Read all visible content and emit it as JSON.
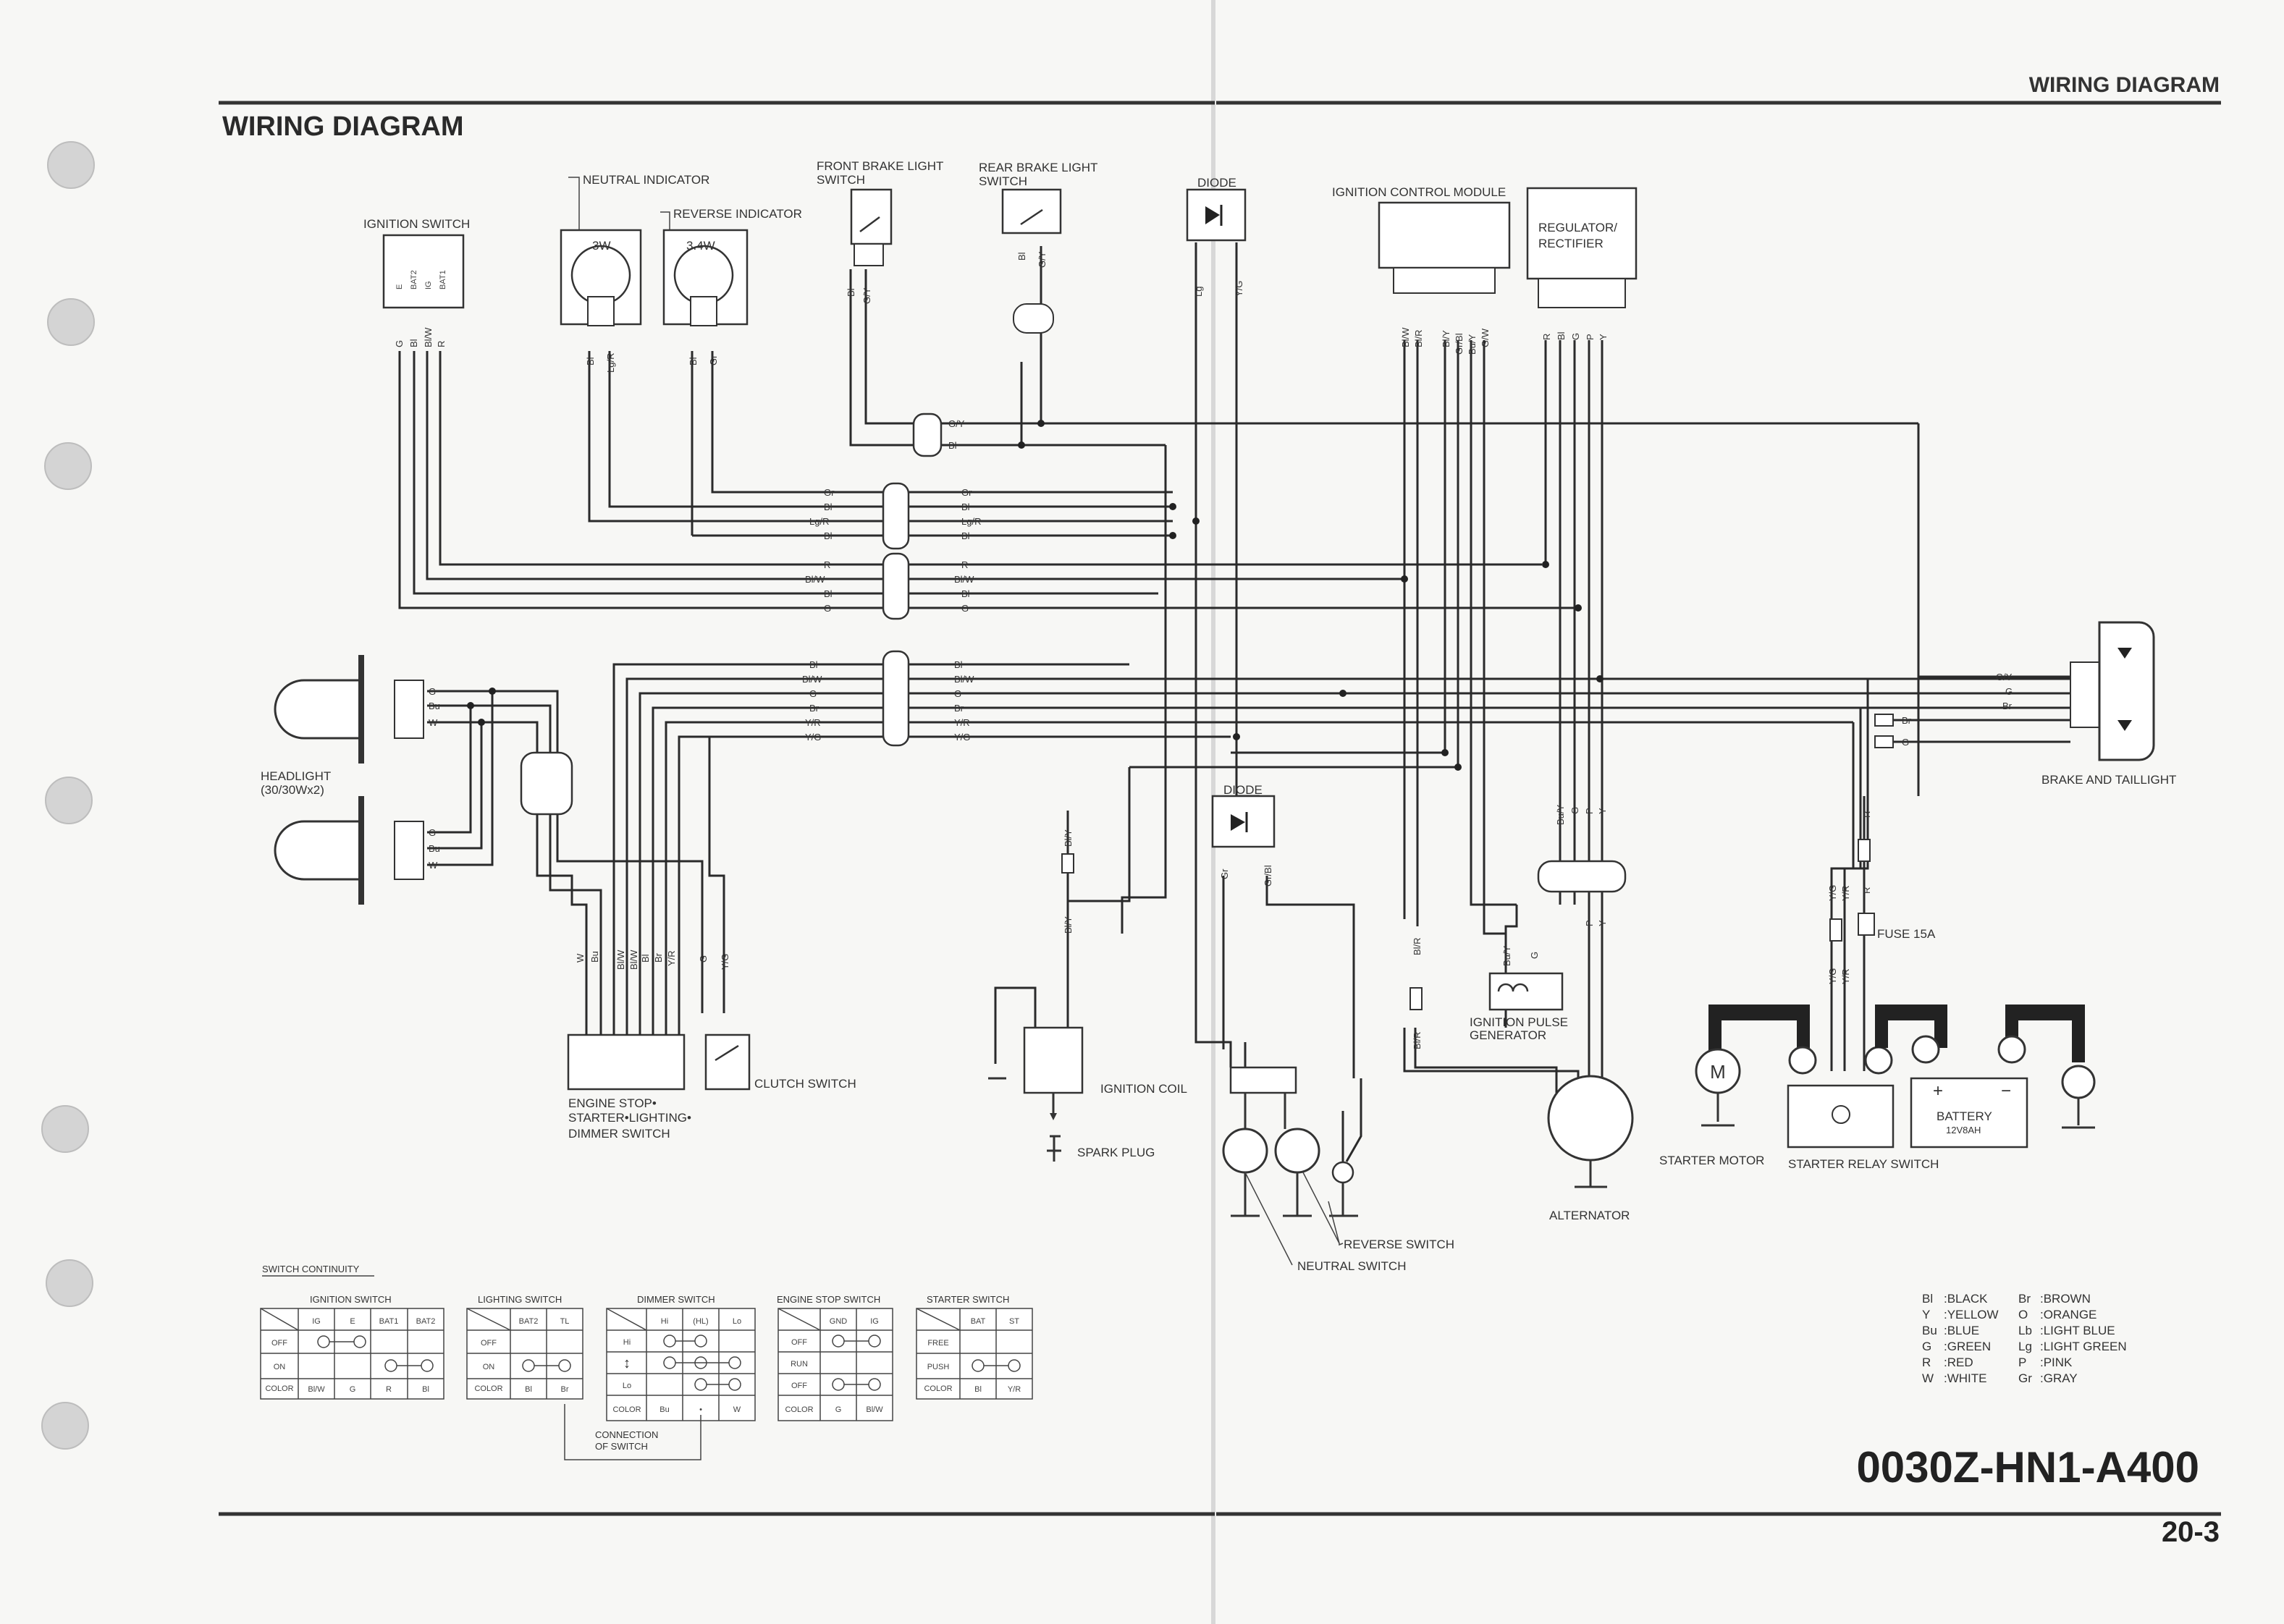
{
  "header": {
    "title_left": "WIRING DIAGRAM",
    "title_right": "WIRING DIAGRAM",
    "code": "0030Z-HN1-A400",
    "page_number": "20-3"
  },
  "components": {
    "ignition_switch": {
      "label": "IGNITION SWITCH",
      "terminals": [
        "E",
        "BAT2",
        "IG",
        "BAT1"
      ],
      "wires": [
        "G",
        "Bl",
        "Bl/W",
        "R"
      ]
    },
    "neutral_indicator": {
      "label": "NEUTRAL INDICATOR",
      "watt": "3W",
      "wires": [
        "Bl",
        "Lg/R"
      ]
    },
    "reverse_indicator": {
      "label": "REVERSE INDICATOR",
      "watt": "3.4W",
      "wires": [
        "Bl",
        "Gr"
      ]
    },
    "front_brake_switch": {
      "label1": "FRONT BRAKE LIGHT",
      "label2": "SWITCH",
      "wires": [
        "Bl",
        "G/Y"
      ]
    },
    "rear_brake_switch": {
      "label1": "REAR BRAKE LIGHT",
      "label2": "SWITCH",
      "wires": [
        "Bl",
        "G/Y"
      ]
    },
    "diode_top": {
      "label": "DIODE",
      "wires": [
        "Lg",
        "Y/G"
      ]
    },
    "icm": {
      "label": "IGNITION CONTROL MODULE",
      "wires": [
        "Bl/W",
        "Bl/R",
        "Bl/Y",
        "Gr/Bl",
        "Bu/Y",
        "G/W"
      ]
    },
    "regulator": {
      "label1": "REGULATOR/",
      "label2": "RECTIFIER",
      "wires": [
        "R",
        "Bl",
        "G",
        "P",
        "Y"
      ]
    },
    "headlight": {
      "label1": "HEADLIGHT",
      "label2": "(30/30Wx2)",
      "wires": [
        "G",
        "Bu",
        "W"
      ]
    },
    "brake_taillight": {
      "label": "BRAKE AND TAILLIGHT",
      "wires": [
        "G/Y",
        "G",
        "Br"
      ],
      "side_wires": [
        "Br",
        "G"
      ]
    },
    "diode_mid": {
      "label": "DIODE",
      "wires": [
        "Gr",
        "Gr/Bl"
      ]
    },
    "ignition_coil": {
      "label": "IGNITION COIL",
      "wire": "Bl/Y"
    },
    "spark_plug": {
      "label": "SPARK PLUG"
    },
    "engine_stop_switch": {
      "label1": "ENGINE STOP•",
      "label2": "STARTER•LIGHTING•",
      "label3": "DIMMER SWITCH",
      "wires": [
        "W",
        "Bu",
        "Bl/W",
        "Bl/W",
        "Bl",
        "Br",
        "Y/R"
      ]
    },
    "clutch_switch": {
      "label": "CLUTCH SWITCH",
      "wires": [
        "G",
        "Y/G"
      ]
    },
    "reverse_switch": {
      "label": "REVERSE SWITCH"
    },
    "neutral_switch": {
      "label": "NEUTRAL SWITCH"
    },
    "ignition_pulse_generator": {
      "label1": "IGNITION PULSE",
      "label2": "GENERATOR",
      "wires": [
        "Bu/Y",
        "G"
      ]
    },
    "alternator": {
      "label": "ALTERNATOR",
      "wires": [
        "Bl/R",
        "Bu/Y",
        "G",
        "P",
        "Y"
      ]
    },
    "starter_motor": {
      "label": "STARTER MOTOR",
      "symbol": "M"
    },
    "starter_relay": {
      "label": "STARTER RELAY SWITCH",
      "wires": [
        "Y/G",
        "Y/R",
        "R"
      ]
    },
    "fuse": {
      "label": "FUSE 15A"
    },
    "battery": {
      "label1": "BATTERY",
      "label2": "12V8AH"
    }
  },
  "connector_rows": {
    "row1": [
      "G/Y",
      "Bl"
    ],
    "row2": [
      "Gr",
      "Bl",
      "Lg/R",
      "Bl"
    ],
    "row3": [
      "R",
      "Bl/W",
      "Bl",
      "G"
    ],
    "row4": [
      "Bl",
      "Bl/W",
      "G",
      "Br",
      "Y/R",
      "Y/G"
    ]
  },
  "switch_continuity": {
    "title": "SWITCH CONTINUITY",
    "connection_label1": "CONNECTION",
    "connection_label2": "OF SWITCH",
    "tables": [
      {
        "title": "IGNITION SWITCH",
        "columns": [
          "IG",
          "E",
          "BAT1",
          "BAT2"
        ],
        "rows": [
          "OFF",
          "ON"
        ],
        "color_label": "COLOR",
        "colors": [
          "Bl/W",
          "G",
          "R",
          "Bl"
        ]
      },
      {
        "title": "LIGHTING SWITCH",
        "columns": [
          "BAT2",
          "TL"
        ],
        "rows": [
          "OFF",
          "ON"
        ],
        "color_label": "COLOR",
        "colors": [
          "Bl",
          "Br"
        ]
      },
      {
        "title": "DIMMER SWITCH",
        "columns": [
          "Hi",
          "(HL)",
          "Lo"
        ],
        "rows": [
          "Hi",
          "↕",
          "Lo"
        ],
        "color_label": "COLOR",
        "colors": [
          "Bu",
          "•",
          "W"
        ]
      },
      {
        "title": "ENGINE STOP SWITCH",
        "columns": [
          "GND",
          "IG"
        ],
        "rows": [
          "OFF",
          "RUN",
          "OFF"
        ],
        "color_label": "COLOR",
        "colors": [
          "G",
          "Bl/W"
        ]
      },
      {
        "title": "STARTER SWITCH",
        "columns": [
          "BAT",
          "ST"
        ],
        "rows": [
          "FREE",
          "PUSH"
        ],
        "color_label": "COLOR",
        "colors": [
          "Bl",
          "Y/R"
        ]
      }
    ]
  },
  "color_legend": [
    {
      "code": "Bl",
      "name": ":BLACK"
    },
    {
      "code": "Y",
      "name": ":YELLOW"
    },
    {
      "code": "Bu",
      "name": ":BLUE"
    },
    {
      "code": "G",
      "name": ":GREEN"
    },
    {
      "code": "R",
      "name": ":RED"
    },
    {
      "code": "W",
      "name": ":WHITE"
    },
    {
      "code": "Br",
      "name": ":BROWN"
    },
    {
      "code": "O",
      "name": ":ORANGE"
    },
    {
      "code": "Lb",
      "name": ":LIGHT BLUE"
    },
    {
      "code": "Lg",
      "name": ":LIGHT GREEN"
    },
    {
      "code": "P",
      "name": ":PINK"
    },
    {
      "code": "Gr",
      "name": ":GRAY"
    }
  ]
}
